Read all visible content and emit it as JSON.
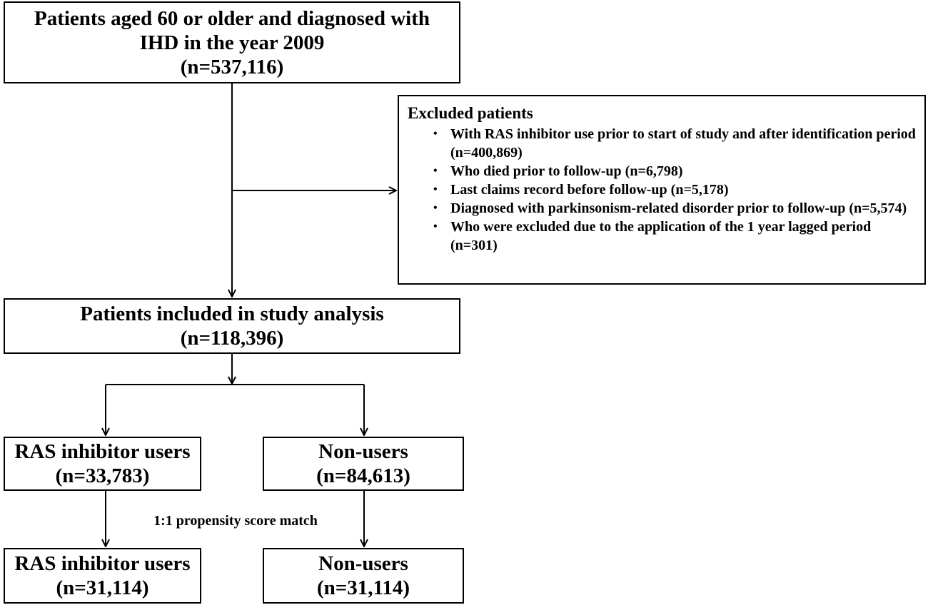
{
  "population": {
    "title": "Patients aged 60 or older and diagnosed with IHD in the year 2009",
    "count": "(n=537,116)"
  },
  "excluded": {
    "heading": "Excluded patients",
    "bullet": "•",
    "items": [
      "With RAS inhibitor use prior to start of study and after identification period (n=400,869)",
      "Who died prior to follow-up (n=6,798)",
      "Last claims record before follow-up (n=5,178)",
      "Diagnosed with parkinsonism-related disorder prior to follow-up (n=5,574)",
      "Who were excluded due to the application of the 1 year lagged period (n=301)"
    ]
  },
  "included": {
    "title": "Patients included in study analysis",
    "count": "(n=118,396)"
  },
  "ras_users": {
    "title": "RAS inhibitor users",
    "count": "(n=33,783)"
  },
  "non_users": {
    "title": "Non-users",
    "count": "(n=84,613)"
  },
  "match_label": "1:1 propensity score match",
  "ras_users_matched": {
    "title": "RAS inhibitor users",
    "count": "(n=31,114)"
  },
  "non_users_matched": {
    "title": "Non-users",
    "count": "(n=31,114)"
  }
}
